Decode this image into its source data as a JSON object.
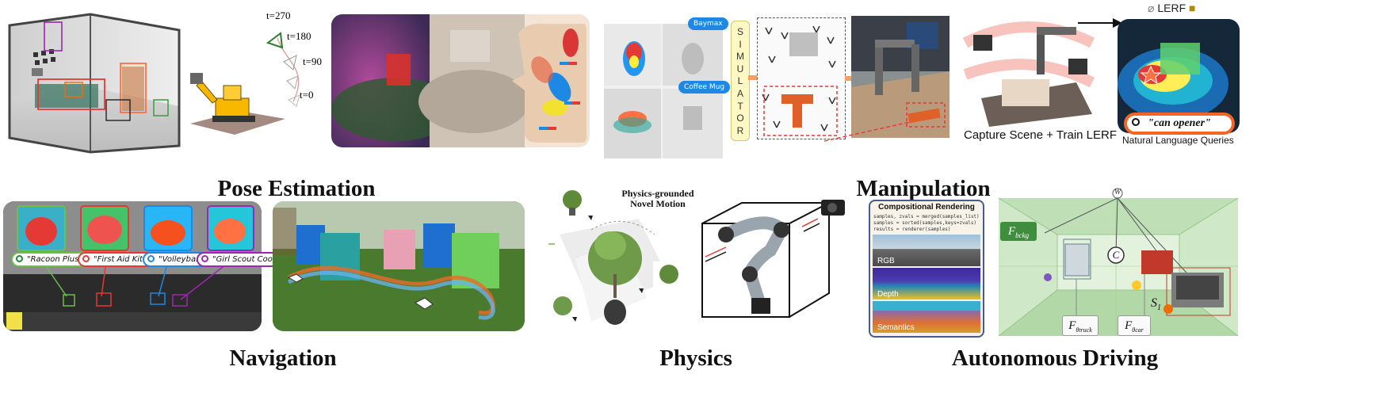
{
  "sections": {
    "pose_estimation": "Pose Estimation",
    "manipulation": "Manipulation",
    "navigation": "Navigation",
    "physics": "Physics",
    "autonomous_driving": "Autonomous Driving"
  },
  "pose": {
    "timesteps": [
      "t=270",
      "t=180",
      "t=90",
      "t=0"
    ]
  },
  "manip": {
    "bubble_top": "Baymax",
    "bubble_bottom": "Coffee Mug",
    "simulator_letters": [
      "S",
      "I",
      "M",
      "U",
      "L",
      "A",
      "T",
      "O",
      "R"
    ],
    "lerf_tag": "LERF",
    "query": "\"can opener\"",
    "capture_caption": "Capture Scene + Train LERF",
    "nlq_caption": "Natural Language Queries"
  },
  "nav": {
    "queries": [
      "\"Racoon Plush\"",
      "\"First Aid Kit\"",
      "\"Volleyball\"",
      "\"Girl Scout Cookies\""
    ],
    "query_colors": [
      "#6bbf4a",
      "#e53935",
      "#1e88e5",
      "#9c27b0"
    ]
  },
  "physics": {
    "caption_line1": "Physics-grounded",
    "caption_line2": "Novel Motion"
  },
  "driving": {
    "comp_title": "Compositional Rendering",
    "code_lines": [
      "samples, zvals = merged(samples_list)",
      "samples = sorted(samples,keys=zvals)",
      "results = renderer(samples)"
    ],
    "render_labels": [
      "RGB",
      "Depth",
      "Semantics"
    ],
    "world_symbol": "W",
    "bckg_label": "F",
    "bckg_sub": "bckg",
    "truck_label": "F",
    "truck_sub": "θtruck",
    "car_label": "F",
    "car_sub": "θcar",
    "center_symbol": "C",
    "s1": "S",
    "s1_sub": "1"
  }
}
